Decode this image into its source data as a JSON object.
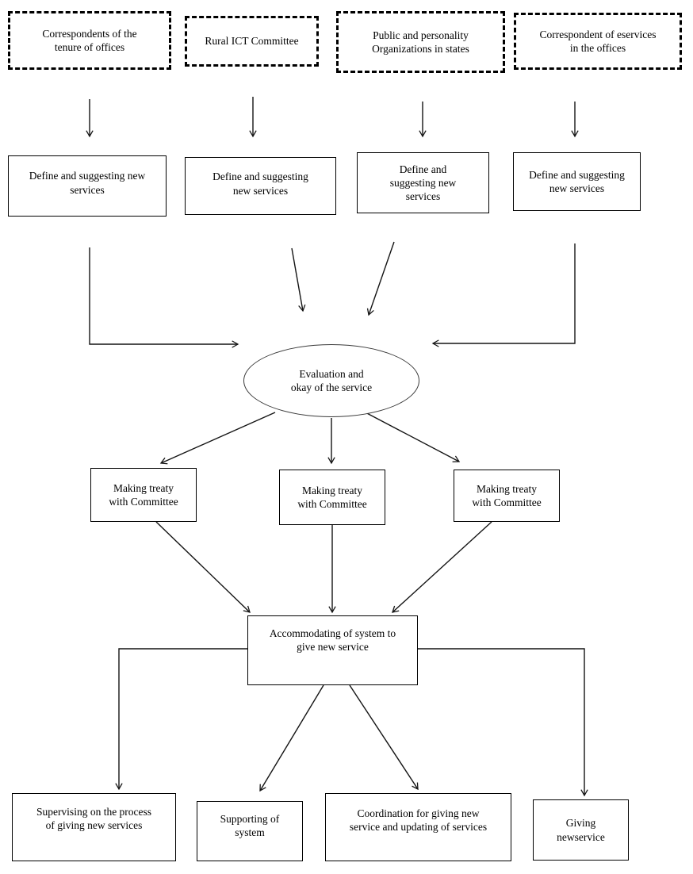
{
  "diagram": {
    "colors": {
      "line": "#141414",
      "background": "#ffffff",
      "text": "#000000"
    },
    "sources": [
      {
        "lines": [
          "Correspondents of the",
          "tenure of offices"
        ]
      },
      {
        "lines": [
          "Rural ICT Committee",
          ""
        ]
      },
      {
        "lines": [
          "Public and personality",
          "Organizations in states"
        ]
      },
      {
        "lines": [
          "Correspondent of eservices",
          "in the offices"
        ]
      }
    ],
    "define_steps": [
      {
        "lines": [
          "Define and suggesting new",
          "services",
          ""
        ]
      },
      {
        "lines": [
          "Define and suggesting",
          "new services",
          ""
        ]
      },
      {
        "lines": [
          "Define and",
          "suggesting new",
          "services"
        ]
      },
      {
        "lines": [
          "Define and suggesting",
          "new services",
          ""
        ]
      }
    ],
    "evaluation": {
      "lines": [
        "Evaluation and",
        "okay of the service"
      ]
    },
    "treaty_steps": [
      {
        "lines": [
          "Making treaty",
          "with Committee"
        ]
      },
      {
        "lines": [
          "Making treaty",
          "with Committee"
        ]
      },
      {
        "lines": [
          "Making treaty",
          "with Committee"
        ]
      }
    ],
    "accommodation": {
      "lines": [
        "Accommodating of system to",
        "give new service"
      ]
    },
    "outcomes": [
      {
        "lines": [
          "Supervising on the process",
          "of giving new services"
        ]
      },
      {
        "lines": [
          "Supporting of",
          "system"
        ]
      },
      {
        "lines": [
          "Coordination for giving new",
          "service and updating of services"
        ]
      },
      {
        "lines": [
          "Giving",
          "newservice"
        ]
      }
    ]
  }
}
